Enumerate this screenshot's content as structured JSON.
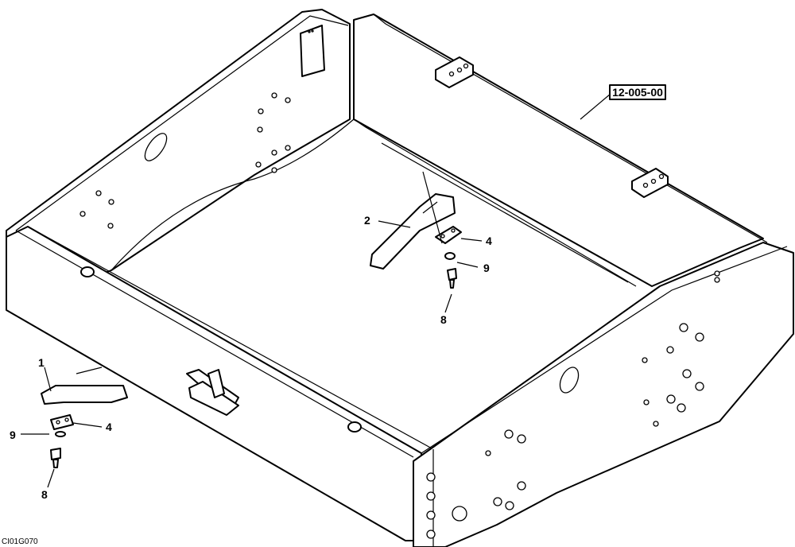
{
  "reference_label": "12-005-00",
  "figure_id": "CI01G070",
  "callouts": [
    {
      "id": "callout-2",
      "text": "2"
    },
    {
      "id": "callout-4-upper",
      "text": "4"
    },
    {
      "id": "callout-9-upper",
      "text": "9"
    },
    {
      "id": "callout-8-upper",
      "text": "8"
    },
    {
      "id": "callout-1",
      "text": "1"
    },
    {
      "id": "callout-4-lower",
      "text": "4"
    },
    {
      "id": "callout-9-lower",
      "text": "9"
    },
    {
      "id": "callout-8-lower",
      "text": "8"
    }
  ]
}
